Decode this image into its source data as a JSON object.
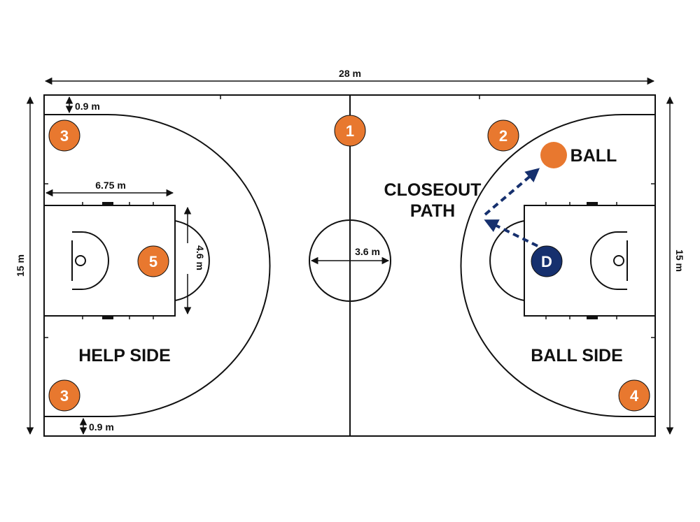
{
  "colors": {
    "line": "#111111",
    "offense": "#e8782f",
    "defender": "#16306e",
    "path": "#16306e",
    "text": "#111111"
  },
  "dimensions": {
    "length": "28 m",
    "width_left": "15 m",
    "width_right": "15 m",
    "three_pt_left": "6.75 m",
    "key_width": "4.6 m",
    "center_circle": "3.6 m",
    "corner_top": "0.9 m",
    "corner_bottom": "0.9 m"
  },
  "zones": {
    "help_side": "HELP SIDE",
    "ball_side": "BALL SIDE",
    "closeout_line1": "CLOSEOUT",
    "closeout_line2": "PATH",
    "ball": "BALL"
  },
  "players": {
    "p1": "1",
    "p2": "2",
    "p3_top": "3",
    "p3_bottom": "3",
    "p4": "4",
    "p5": "5",
    "defender": "D"
  }
}
